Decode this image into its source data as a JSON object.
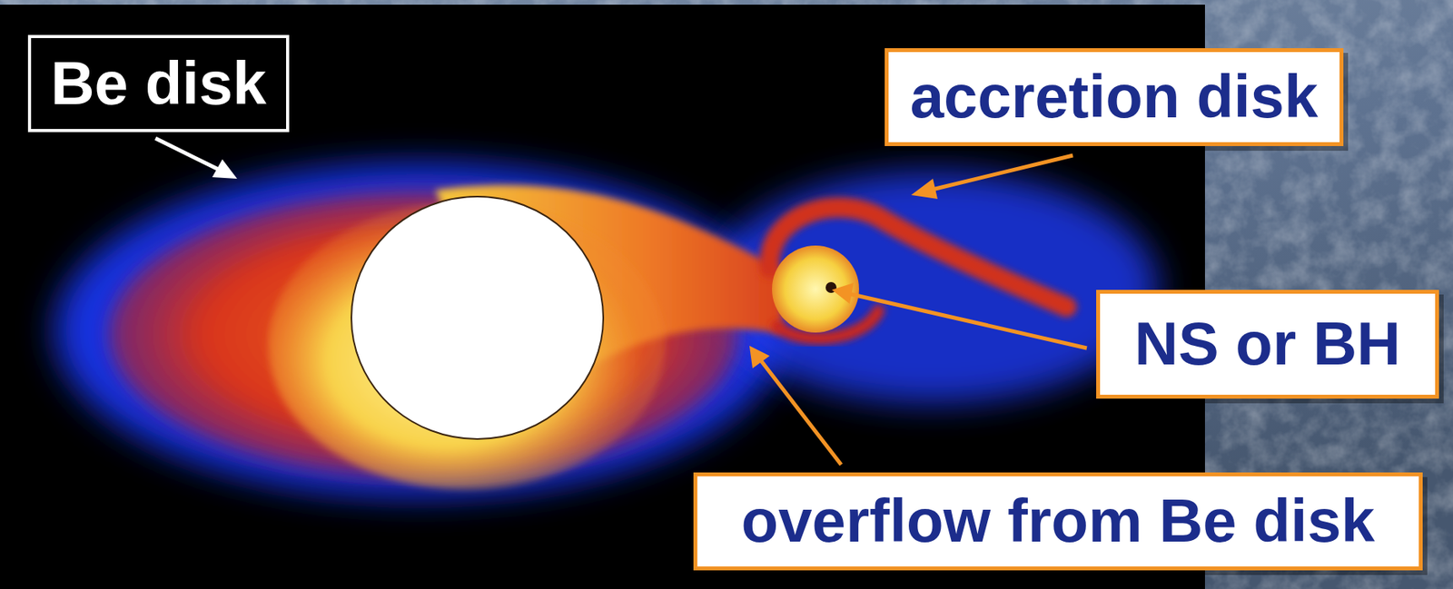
{
  "diagram": {
    "nodes": [
      {
        "text": [
          "Be disk"
        ]
      },
      {
        "text": [
          "accretion disk"
        ]
      },
      {
        "text": [
          "NS or BH"
        ]
      },
      {
        "text": [
          "overflow from Be disk"
        ]
      }
    ]
  }
}
